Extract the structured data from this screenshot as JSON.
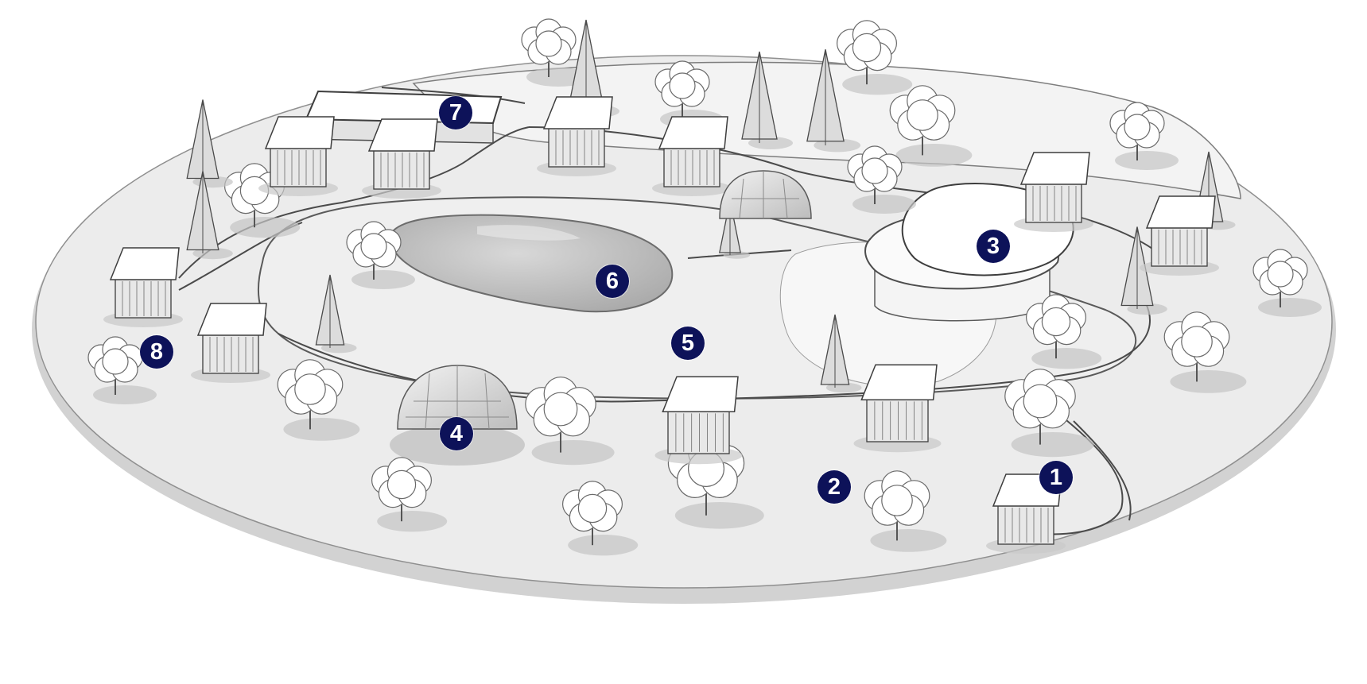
{
  "colors": {
    "marker": "#0d1259",
    "ground": "#ececec",
    "path": "#f6f6f6",
    "pond": "#bdbdbd"
  },
  "markers": [
    {
      "label": "1"
    },
    {
      "label": "2"
    },
    {
      "label": "3"
    },
    {
      "label": "4"
    },
    {
      "label": "5"
    },
    {
      "label": "6"
    },
    {
      "label": "7"
    },
    {
      "label": "8"
    }
  ]
}
